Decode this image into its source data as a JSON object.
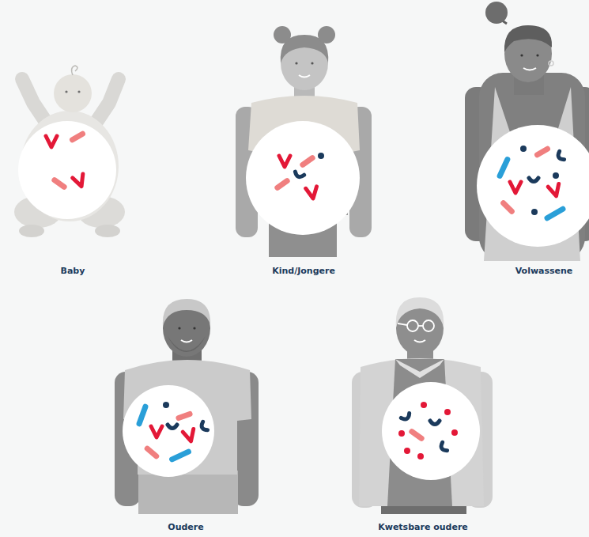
{
  "diagram": {
    "labels": [
      "Baby",
      "Kind/Jongere",
      "Volwassene",
      "Oudere",
      "Kwetsbare oudere"
    ]
  }
}
